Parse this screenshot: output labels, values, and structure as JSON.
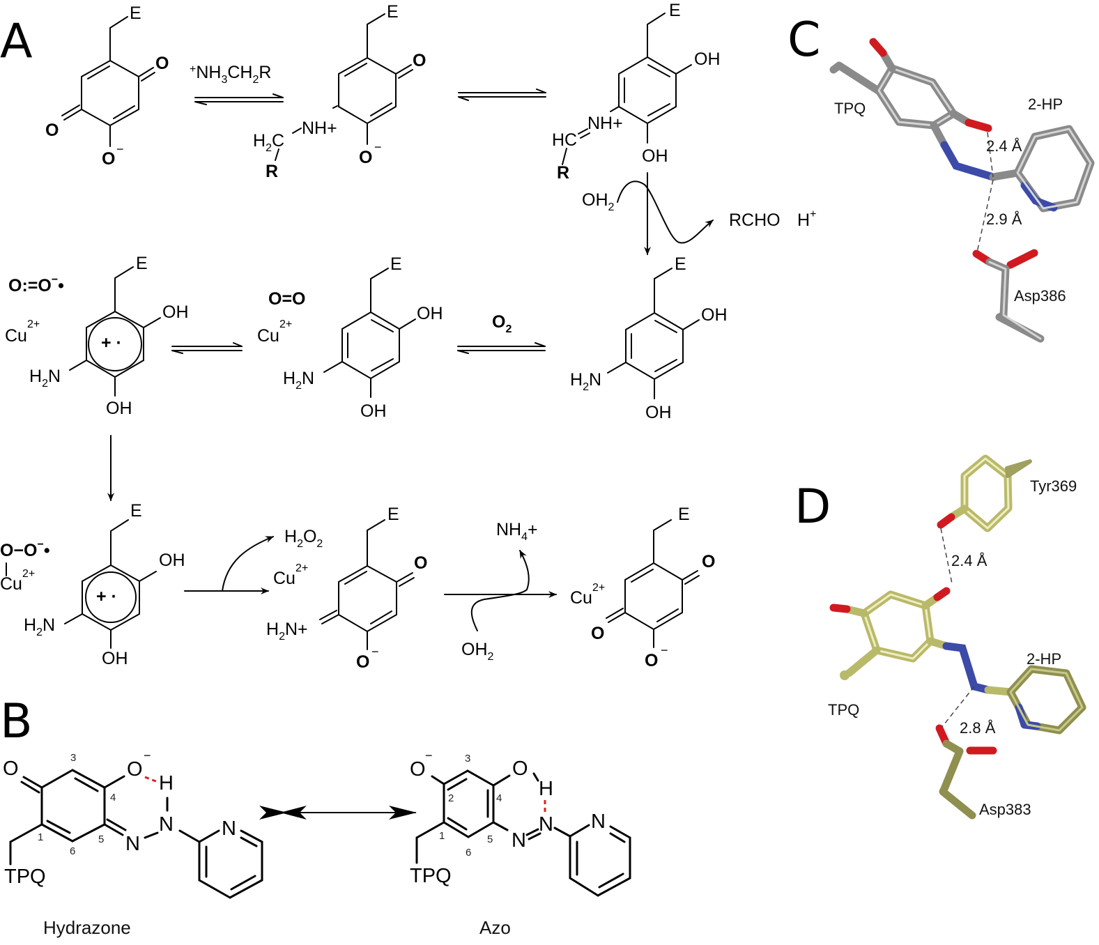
{
  "panels": {
    "A": "A",
    "B": "B",
    "C": "C",
    "D": "D"
  },
  "panel_a": {
    "E": "E",
    "O": "O",
    "O_minus": "O",
    "minus": "−",
    "reagent_amine": {
      "plus": "+",
      "main": "NH",
      "s1": "3",
      "mid": "CH",
      "s2": "2",
      "end": "R"
    },
    "NH_plus": "NH+",
    "H2C": {
      "H": "H",
      "sub": "2",
      "C": "C"
    },
    "R": "R",
    "HC": "HC",
    "OH": "OH",
    "OH2": {
      "main": "OH",
      "sub": "2"
    },
    "rcho": "RCHO",
    "H_plus": {
      "main": "H",
      "sup": "+"
    },
    "superoxide": {
      "main": "O:=O",
      "sup": "−",
      "radical": "•"
    },
    "cu2": {
      "main": "Cu",
      "sup": "2+"
    },
    "radical_label": "+ ·",
    "H2N": {
      "H": "H",
      "sub": "2",
      "N": "N"
    },
    "dioxygen": "O=O",
    "O2": {
      "main": "O",
      "sub": "2"
    },
    "peroxy": {
      "main": "O−O",
      "sup": "−",
      "radical": "•"
    },
    "H2O2": {
      "a": "H",
      "s1": "2",
      "b": "O",
      "s2": "2"
    },
    "H2N_plus": {
      "H": "H",
      "sub": "2",
      "N": "N+"
    },
    "NH4": {
      "main": "NH",
      "sub": "4",
      "plus": "+"
    }
  },
  "panel_b": {
    "hydrazone": {
      "caption": "Hydrazone",
      "O": "O",
      "O_minus": "O",
      "minus": "−",
      "H": "H",
      "N1": "N",
      "N2": "N",
      "pyN": "N",
      "TPQ": "TPQ",
      "positions": [
        "1",
        "3",
        "4",
        "5",
        "6"
      ]
    },
    "azo": {
      "caption": "Azo",
      "O_minus": "O",
      "minus": "−",
      "O": "O",
      "H": "H",
      "N1": "N",
      "N2": "N",
      "pyN": "N",
      "TPQ": "TPQ",
      "positions": [
        "1",
        "2",
        "3",
        "4",
        "5",
        "6"
      ]
    }
  },
  "panel_c": {
    "TPQ": "TPQ",
    "ligand": "2-HP",
    "d1": "2.4 Å",
    "d2": "2.9 Å",
    "residue": "Asp386"
  },
  "panel_d": {
    "residue1": "Tyr369",
    "d1": "2.4 Å",
    "ligand": "2-HP",
    "TPQ": "TPQ",
    "d2": "2.8 Å",
    "residue2": "Asp383"
  },
  "colors": {
    "oxygen": "#d01a20",
    "nitrogen": "#3c4aa8",
    "carbon_c": "#8a8a8a",
    "carbon_d": "#b9b96a",
    "hbond_b": "#e02020"
  }
}
